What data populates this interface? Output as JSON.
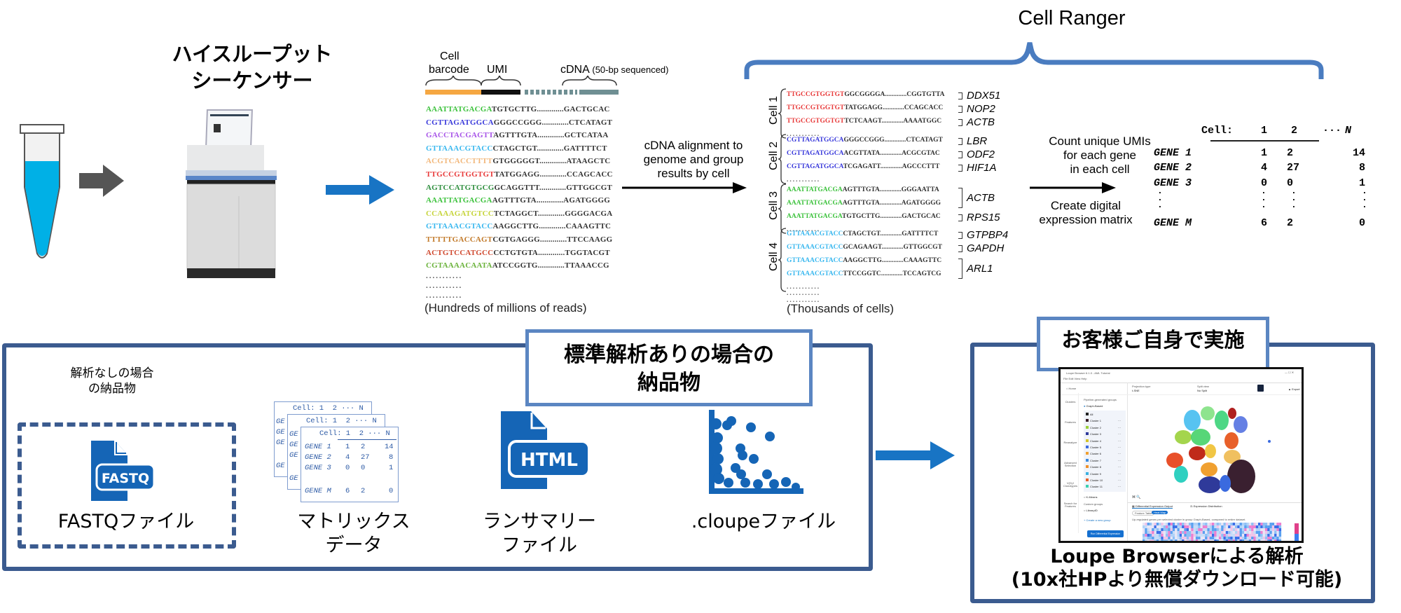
{
  "top": {
    "sequencer_title": [
      "ハイスループット",
      "シーケンサー"
    ],
    "cell_ranger_title": "Cell Ranger",
    "read_structure": {
      "cell_label": "Cell",
      "barcode_label": "barcode",
      "umi_label": "UMI",
      "cdna_label": "cDNA",
      "cdna_note": "(50-bp sequenced)"
    },
    "reads": [
      {
        "barcode": "AAATTATGACGA",
        "rest": "TGTGCTTG.............GACTGCAC",
        "color": "#3cc23c"
      },
      {
        "barcode": "CGTTAGATGGCA",
        "rest": "GGGCCGGG.............CTCATAGT",
        "color": "#3a3adb"
      },
      {
        "barcode": "GACCTACGAGTT",
        "rest": "AGTTTGTA.............GCTCATAA",
        "color": "#a855e8"
      },
      {
        "barcode": "GTTAAACGTACC",
        "rest": "CTAGCTGT.............GATTTTCT",
        "color": "#3ab8ef"
      },
      {
        "barcode": "ACGTCACCTTTT",
        "rest": "GTGGGGGT.............ATAAGCTC",
        "color": "#f2b77a"
      },
      {
        "barcode": "TTGCCGTGGTGT",
        "rest": "TATGGAGG.............CCAGCACC",
        "color": "#e83a3a"
      },
      {
        "barcode": "AGTCCATGTGCG",
        "rest": "GCAGGTTT.............GTTGGCGT",
        "color": "#2f8f3f"
      },
      {
        "barcode": "AAATTATGACGA",
        "rest": "AGTTTGTA.............AGATGGGG",
        "color": "#3cc23c"
      },
      {
        "barcode": "CCAAAGATGTCC",
        "rest": "TCTAGGCT.............GGGGACGA",
        "color": "#c6d43a"
      },
      {
        "barcode": "GTTAAACGTACC",
        "rest": "AAGGCTTG.............CAAAGTTC",
        "color": "#3ab8ef"
      },
      {
        "barcode": "TTTTTGACCAGT",
        "rest": "CGTGAGGG.............TTCCAAGG",
        "color": "#c27a2a"
      },
      {
        "barcode": "ACTGTCCATGCC",
        "rest": "CCTGTGTA.............TGGTACGT",
        "color": "#d0492f"
      },
      {
        "barcode": "CGTAAAACAATA",
        "rest": "ATCCGGTG.............TTAAACCG",
        "color": "#6ab23a"
      }
    ],
    "reads_dots": "...........",
    "reads_caption": "(Hundreds of millions of reads)",
    "alignment_text": [
      "cDNA alignment to",
      "genome and group",
      "results by cell"
    ],
    "cells": [
      {
        "label": "Cell 1",
        "color": "#e83a3a",
        "barcode": "TTGCCGTGGTGT",
        "rows": [
          "GGCGGGGA.............CGGTGTTA",
          "TATGGAGG.............CCAGCACC",
          "TCTCAAGT.............AAAATGGC"
        ],
        "genes": [
          "DDX51",
          "NOP2",
          "ACTB"
        ]
      },
      {
        "label": "Cell 2",
        "color": "#3a3adb",
        "barcode": "CGTTAGATGGCA",
        "rows": [
          "GGGCCGGG.............CTCATAGT",
          "ACGTTATA.............ACGCGTAC",
          "TCGAGATT.............AGCCCTTT"
        ],
        "genes": [
          "LBR",
          "ODF2",
          "HIF1A"
        ]
      },
      {
        "label": "Cell 3",
        "color": "#3cc23c",
        "barcode": "AAATTATGACGA",
        "rows": [
          "AGTTTGTA.............GGGAATTA",
          "AGTTTGTA.............AGATGGGG",
          "TGTGCTTG.............GACTGCAC"
        ],
        "genes": [
          "ACTB",
          "RPS15"
        ]
      },
      {
        "label": "Cell 4",
        "color": "#3ab8ef",
        "barcode": "GTTAAACGTACC",
        "rows": [
          "CTAGCTGT.............GATTTTCT",
          "GCAGAAGT.............GTTGGCGT",
          "AAGGCTTG.............CAAAGTTC",
          "TTCCGGTC.............TCCAGTCG"
        ],
        "genes": [
          "GTPBP4",
          "GAPDH",
          "ARL1"
        ]
      }
    ],
    "cells_caption": "(Thousands of cells)",
    "count_text": [
      "Count unique UMIs",
      "for each gene",
      "in each cell"
    ],
    "matrix_text": [
      "Create digital",
      "expression matrix"
    ],
    "matrix": {
      "header_label": "Cell:",
      "columns": [
        "1",
        "2",
        "···",
        "N"
      ],
      "rows": [
        {
          "gene": "GENE 1",
          "values": [
            "1",
            "2",
            "14"
          ]
        },
        {
          "gene": "GENE 2",
          "values": [
            "4",
            "27",
            "8"
          ]
        },
        {
          "gene": "GENE 3",
          "values": [
            "0",
            "0",
            "1"
          ]
        },
        {
          "gene": "GENE M",
          "values": [
            "6",
            "2",
            "0"
          ]
        }
      ]
    }
  },
  "bottom": {
    "no_analysis_label": [
      "解析なしの場合",
      "の納品物"
    ],
    "standard_label": [
      "標準解析ありの場合の",
      "納品物"
    ],
    "customer_label": "お客様ご自身で実施",
    "deliverables": [
      {
        "icon": "fastq-file-icon",
        "icon_text": "FASTQ",
        "label": [
          "FASTQファイル"
        ]
      },
      {
        "icon": "matrix-data-icon",
        "label": [
          "マトリックス",
          "データ"
        ]
      },
      {
        "icon": "html-file-icon",
        "icon_text": "HTML",
        "label": [
          "ランサマリー",
          "ファイル"
        ]
      },
      {
        "icon": "cloupe-scatter-icon",
        "label": [
          ".cloupeファイル"
        ]
      }
    ],
    "loupe_caption": [
      "Loupe Browserによる解析",
      "(10x社HPより無償ダウンロード可能)"
    ],
    "loupe_screenshot": {
      "window_title": "Loupe Browser 6.1.0 - AML Tutorial",
      "menu": [
        "File",
        "Edit",
        "View",
        "Help"
      ],
      "home": "Home",
      "projection_label": "Projection type",
      "projection_value": "t-SNE",
      "split_label": "Split view",
      "split_value": "No Split",
      "export_label": "Export",
      "side_nav": [
        "Clusters",
        "Features",
        "Reanalyze",
        "Advanced Selection",
        "V(D)J Clonotypes",
        "Search for Features"
      ],
      "pipeline_groups_label": "Pipeline-generated groups",
      "graph_based": "Graph-Based",
      "clusters": [
        "All",
        "Cluster 1",
        "Cluster 2",
        "Cluster 3",
        "Cluster 4",
        "Cluster 5",
        "Cluster 6",
        "Cluster 7",
        "Cluster 8",
        "Cluster 9",
        "Cluster 10",
        "Cluster 11"
      ],
      "cluster_colors": [
        "#222222",
        "#3a1f2a",
        "#9ad03a",
        "#2f3a9a",
        "#d4c42a",
        "#3a6adf",
        "#f0a030",
        "#3a8ae0",
        "#f0902a",
        "#3ab0e0",
        "#e8602a",
        "#3ad0b0"
      ],
      "kmeans": "K-Means",
      "custom_groups": "Custom groups",
      "library_id": "LibraryID",
      "create_group": "+ Create a new group",
      "run_de": "Run Differential Expression",
      "de_tab": "Differential Expression Output",
      "dist_tab": "Expression Distribution",
      "feature_table": "Feature Table",
      "heat_map": "Heat Map",
      "de_caption": "Up-regulated genes per selected cluster in group Graph-Based, compared to entire dataset."
    }
  },
  "colors": {
    "frame": "#3b5b8f",
    "label_border": "#5b86c2",
    "arrow_blue": "#1874c4",
    "arrow_gray": "#555555",
    "brace": "#4a7cc0",
    "tube_liquid": "#00b0e6",
    "icon_blue": "#1565b6"
  }
}
